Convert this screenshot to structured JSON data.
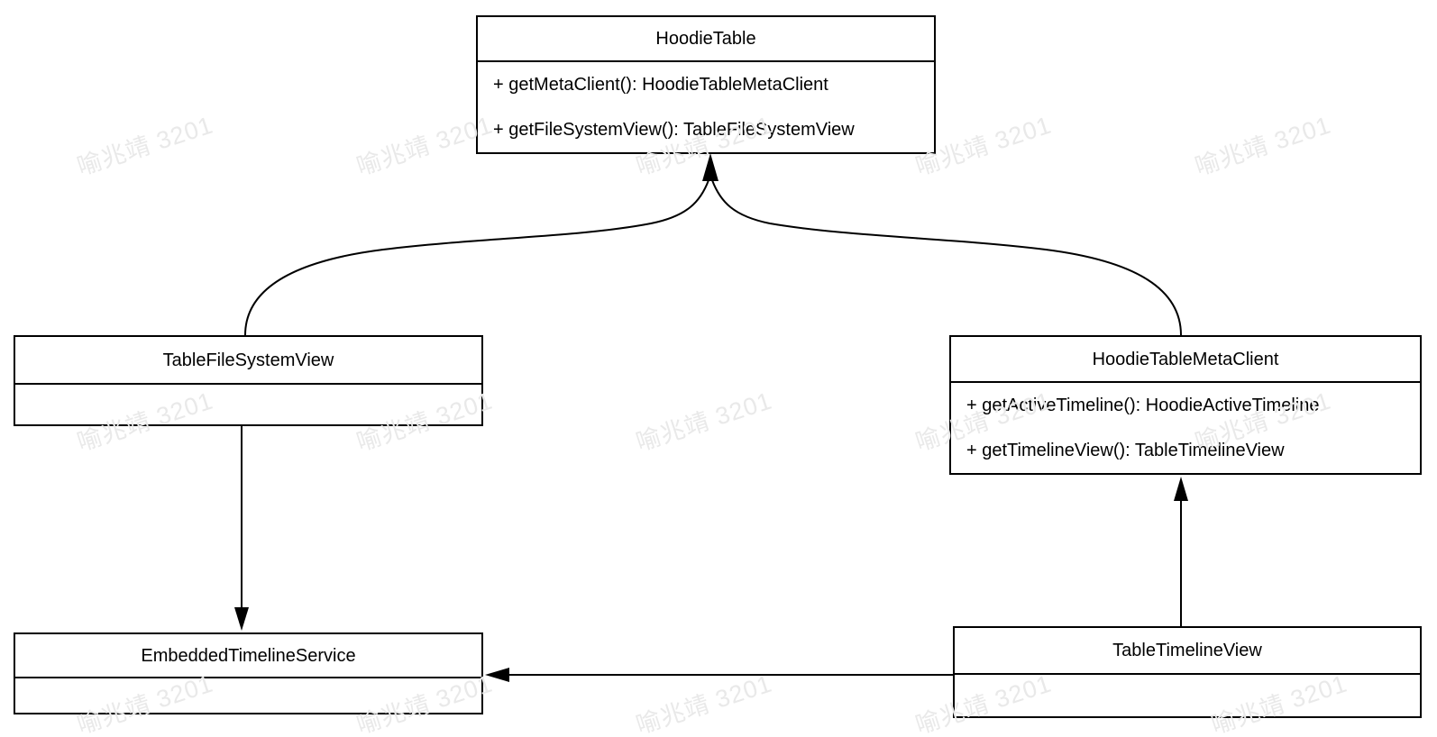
{
  "diagram": {
    "watermark": {
      "text": "喻兆靖 3201",
      "color": "#e9e9e9"
    },
    "colors": {
      "line": "#000000",
      "background": "#ffffff",
      "text": "#000000"
    },
    "classes": [
      {
        "name": "HoodieTable",
        "methods": [
          "+ getMetaClient(): HoodieTableMetaClient",
          "+ getFileSystemView(): TableFileSystemView"
        ]
      },
      {
        "name": "TableFileSystemView",
        "methods": []
      },
      {
        "name": "HoodieTableMetaClient",
        "methods": [
          "+ getActiveTimeline(): HoodieActiveTimeline",
          "+ getTimelineView(): TableTimelineView"
        ]
      },
      {
        "name": "EmbeddedTimelineService",
        "methods": []
      },
      {
        "name": "TableTimelineView",
        "methods": []
      }
    ],
    "relations": [
      {
        "from": "TableFileSystemView",
        "to": "HoodieTable",
        "style": "curved-arrow"
      },
      {
        "from": "HoodieTableMetaClient",
        "to": "HoodieTable",
        "style": "curved-arrow"
      },
      {
        "from": "TableFileSystemView",
        "to": "EmbeddedTimelineService",
        "style": "straight-arrow"
      },
      {
        "from": "TableTimelineView",
        "to": "HoodieTableMetaClient",
        "style": "straight-arrow"
      },
      {
        "from": "TableTimelineView",
        "to": "EmbeddedTimelineService",
        "style": "straight-arrow"
      }
    ]
  }
}
